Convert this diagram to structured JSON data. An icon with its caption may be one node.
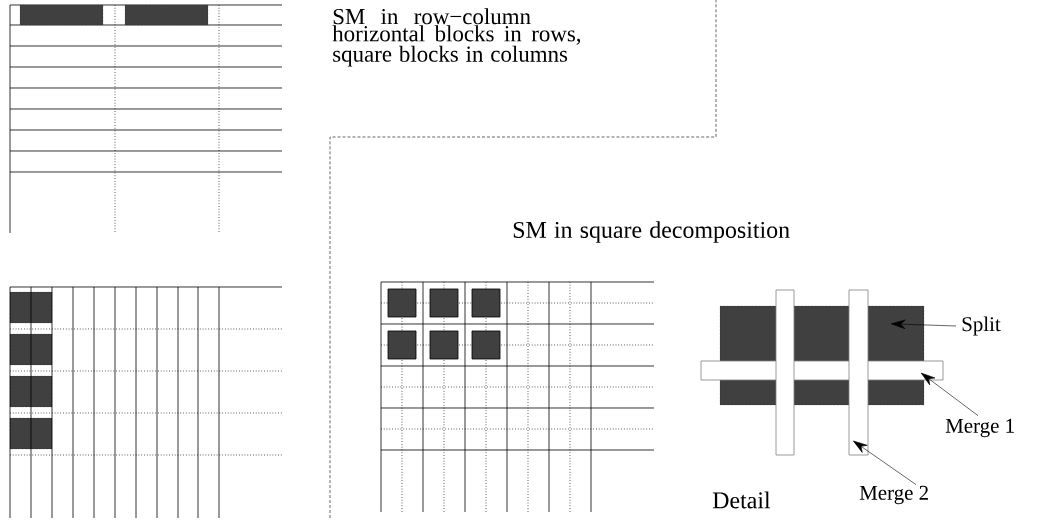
{
  "diagram": {
    "nodes": [
      {
        "text": [
          "Split"
        ]
      },
      {
        "text": [],
        "shape": "box"
      },
      {
        "text": [
          "Merge 1"
        ]
      },
      {
        "text": [],
        "shape": "bar"
      },
      {
        "text": [
          "Merge 2"
        ]
      },
      {
        "text": [],
        "shape": "bar"
      }
    ],
    "edges": [
      {
        "from": 0,
        "to": 1,
        "arrow": "to"
      },
      {
        "from": 2,
        "to": 3,
        "arrow": "to"
      },
      {
        "from": 4,
        "to": 5,
        "arrow": "to"
      }
    ],
    "labels": [
      "SM in row−column horizontal blocks in rows, square blocks in columns",
      "SM in square decomposition",
      "Detail"
    ]
  }
}
